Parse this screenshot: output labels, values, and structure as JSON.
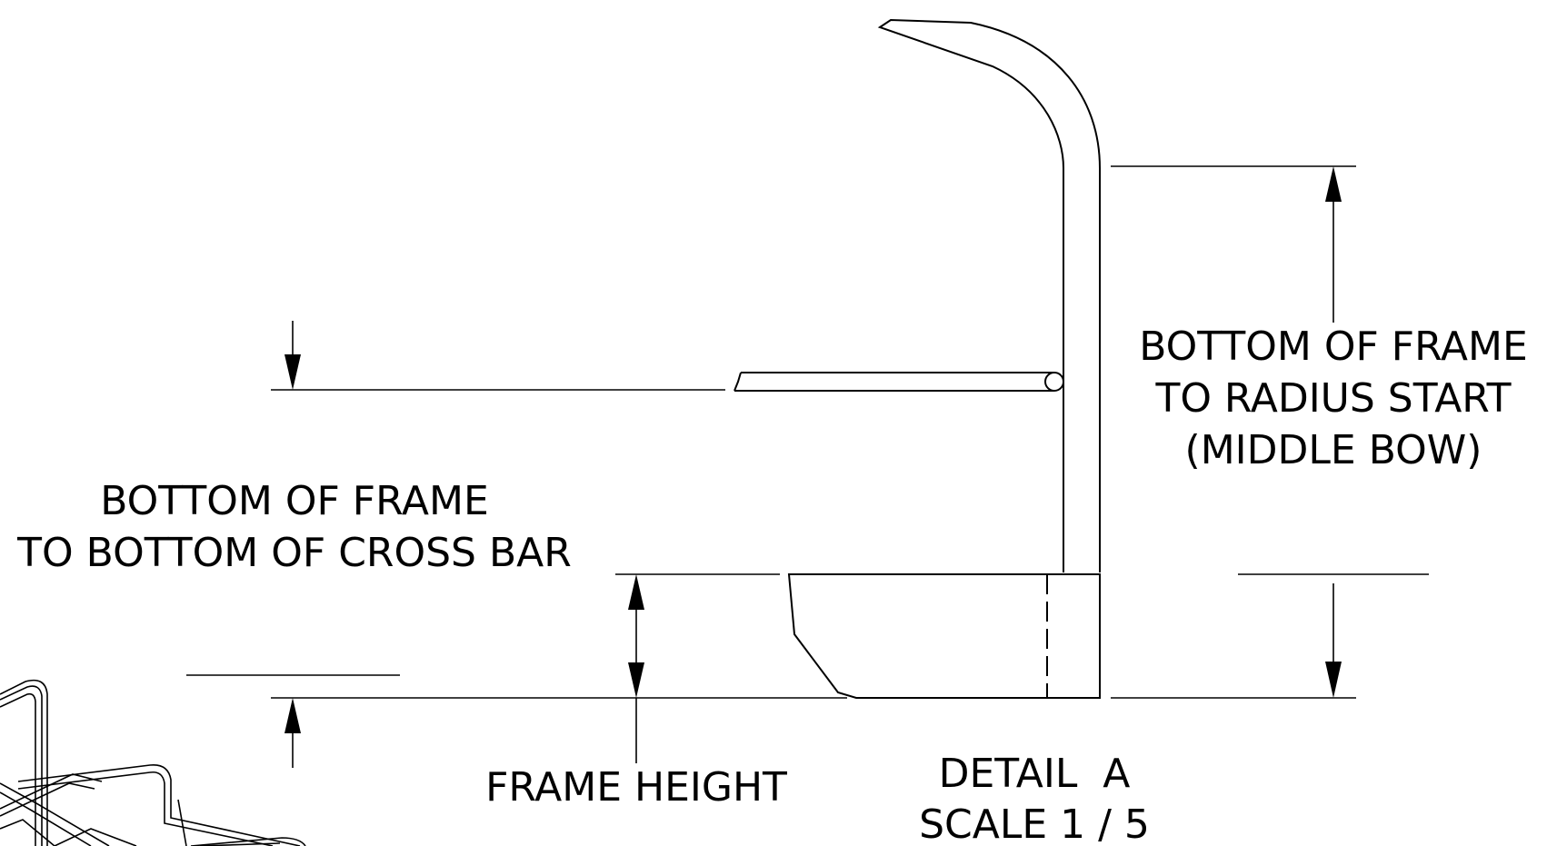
{
  "labels": {
    "radius_start_line1": "BOTTOM OF FRAME",
    "radius_start_line2": "TO RADIUS START",
    "radius_start_line3": "(MIDDLE BOW)",
    "cross_bar_line1": "BOTTOM OF FRAME",
    "cross_bar_line2": "TO BOTTOM OF CROSS BAR",
    "frame_height": "FRAME HEIGHT",
    "detail_title": "DETAIL  A",
    "detail_scale": "SCALE 1 / 5"
  },
  "colors": {
    "ink": "#000000",
    "paper": "#ffffff"
  }
}
